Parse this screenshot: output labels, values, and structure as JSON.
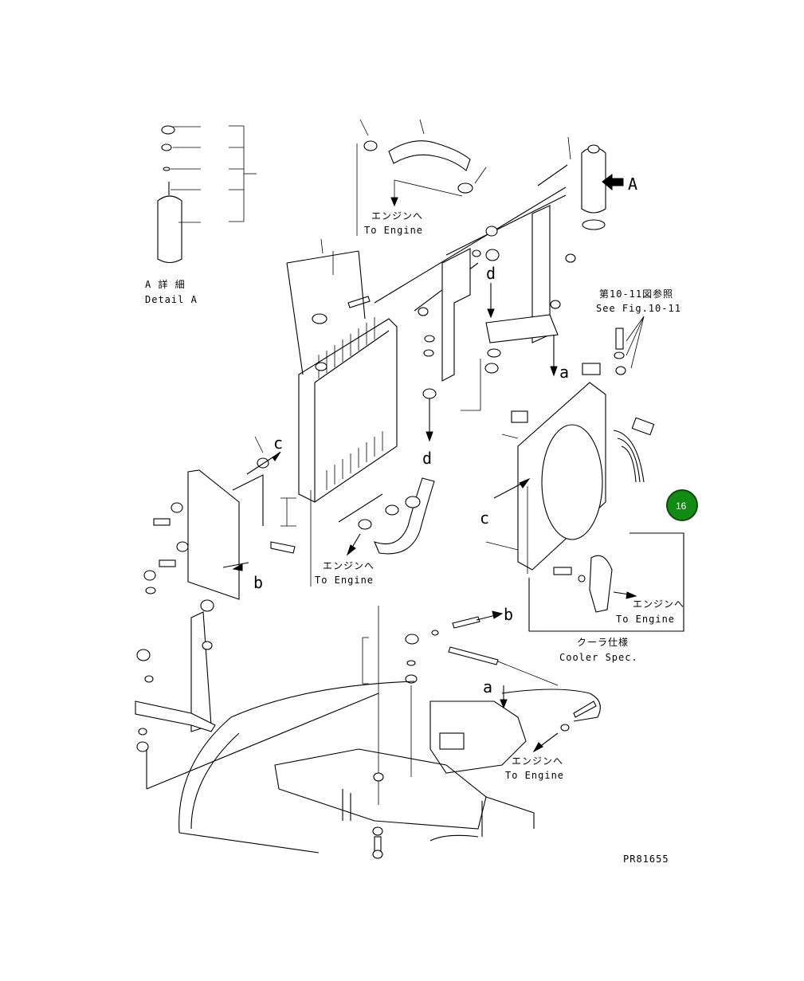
{
  "detail_a": {
    "ja": "A 詳 細",
    "en": "Detail A"
  },
  "callout_letter_a": "A",
  "to_engine_ja": "エンジンへ",
  "to_engine_en": "To Engine",
  "see_fig_ja": "第10-11図参照",
  "see_fig_en": "See Fig.10-11",
  "cooler_spec_ja": "クーラ仕様",
  "cooler_spec_en": "Cooler Spec.",
  "ref_letters": {
    "a": "a",
    "b": "b",
    "c": "c",
    "d": "d"
  },
  "page_badge": "16",
  "drawing_number": "PR81655",
  "colors": {
    "badge_fill": "#138a13",
    "badge_ring": "#0a4d0a",
    "line": "#000000"
  }
}
